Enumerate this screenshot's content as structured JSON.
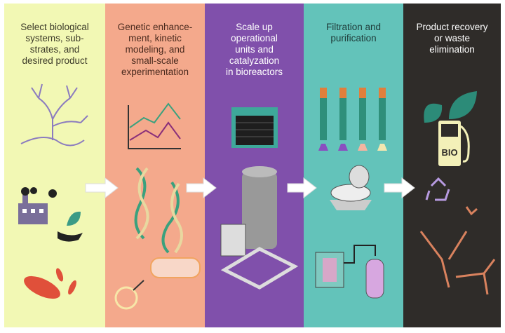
{
  "stages": [
    {
      "title": "Select biological\nsystems, sub-\nstrates, and\ndesired product",
      "color": "#f2f8b4"
    },
    {
      "title": "Genetic enhance-\nment, kinetic\nmodeling, and\nsmall-scale\nexperimentation",
      "color": "#f4a98c"
    },
    {
      "title": "Scale up\noperational\nunits and\ncatalyzation\nin bioreactors",
      "color": "#8050ab"
    },
    {
      "title": "Filtration and\npurification",
      "color": "#63c3ba"
    },
    {
      "title": "Product recovery\nor waste\nelimination",
      "color": "#2f2c29"
    }
  ],
  "bio_label": "BIO"
}
